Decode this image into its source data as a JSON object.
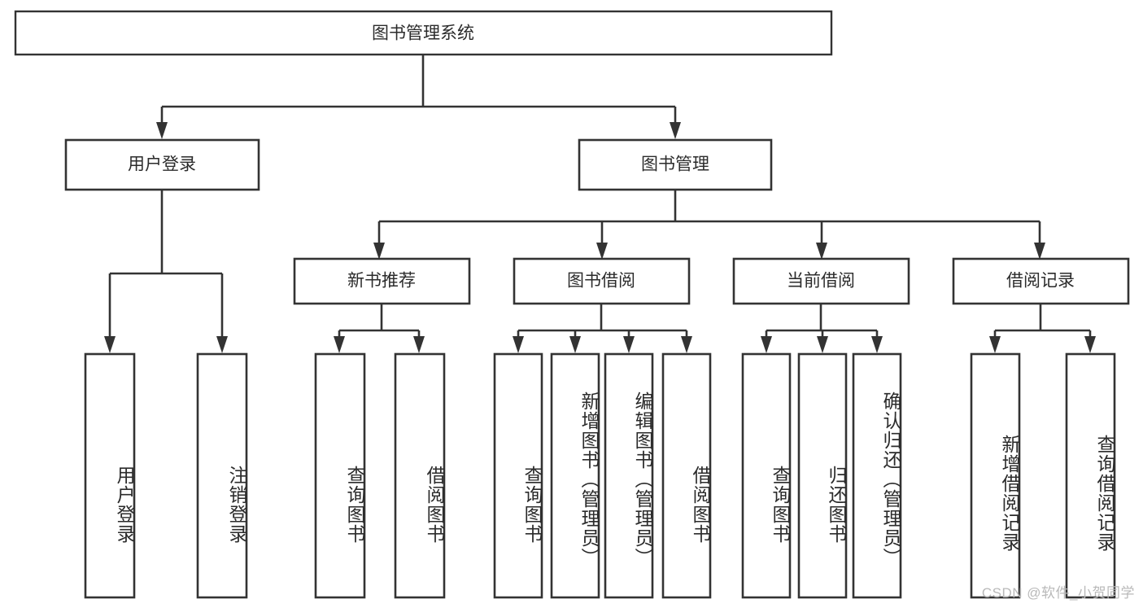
{
  "diagram": {
    "title": "图书管理系统",
    "watermark": "CSDN @软件_小贺同学"
  },
  "root": {
    "label": "图书管理系统"
  },
  "level1": [
    {
      "label": "用户登录"
    },
    {
      "label": "图书管理"
    }
  ],
  "level2": [
    {
      "label": "新书推荐"
    },
    {
      "label": "图书借阅"
    },
    {
      "label": "当前借阅"
    },
    {
      "label": "借阅记录"
    }
  ],
  "leaves": {
    "user_login": [
      {
        "label": "用户登录"
      },
      {
        "label": "注销登录"
      }
    ],
    "new_book_recommend": [
      {
        "label": "查询图书"
      },
      {
        "label": "借阅图书"
      }
    ],
    "book_borrow": [
      {
        "label": "查询图书"
      },
      {
        "label": "新增图书（管理员）"
      },
      {
        "label": "编辑图书（管理员）"
      },
      {
        "label": "借阅图书"
      }
    ],
    "current_borrow": [
      {
        "label": "查询图书"
      },
      {
        "label": "归还图书"
      },
      {
        "label": "确认归还（管理员）"
      }
    ],
    "borrow_records": [
      {
        "label": "新增借阅记录"
      },
      {
        "label": "查询借阅记录"
      }
    ]
  },
  "colors": {
    "stroke": "#333333",
    "text": "#2b2b2b",
    "background": "#ffffff",
    "watermark": "#b9b9b9"
  }
}
